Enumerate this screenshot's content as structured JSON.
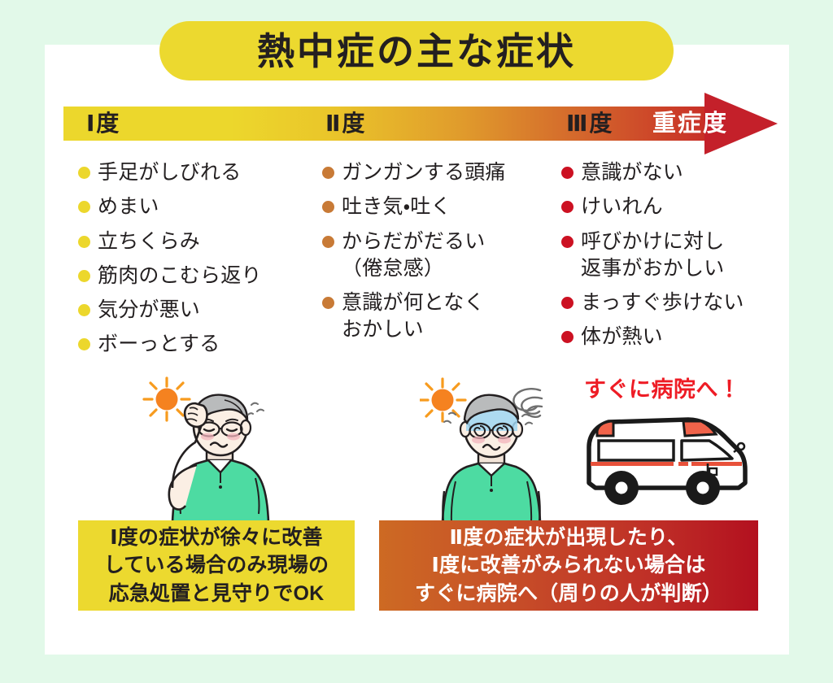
{
  "page": {
    "background_color": "#e2f9e9",
    "card_color": "#ffffff"
  },
  "title": {
    "text": "熱中症の主な症状",
    "pill_color": "#ecd92f"
  },
  "severity_bar": {
    "levels": [
      {
        "label": "Ⅰ度"
      },
      {
        "label": "Ⅱ度"
      },
      {
        "label": "Ⅲ度"
      }
    ],
    "axis_label": "重症度",
    "gradient_start": "#ecd72c",
    "gradient_end": "#c4202a"
  },
  "columns": [
    {
      "level": "Ⅰ度",
      "bullet_color": "#ecd72c",
      "items": [
        "手足がしびれる",
        "めまい",
        "立ちくらみ",
        "筋肉のこむら返り",
        "気分が悪い",
        "ボーっとする"
      ]
    },
    {
      "level": "Ⅱ度",
      "bullet_color": "#c87a36",
      "items": [
        "ガンガンする頭痛",
        "吐き気・吐く",
        "からだがだるい\n（倦怠感）",
        "意識が何となく\nおかしい"
      ]
    },
    {
      "level": "Ⅲ度",
      "bullet_color": "#cc1122",
      "items": [
        "意識がない",
        "けいれん",
        "呼びかけに対し\n返事がおかしい",
        "まっすぐ歩けない",
        "体が熱い"
      ]
    }
  ],
  "hospital_note": {
    "text": "すぐに病院へ！",
    "color": "#ee1c25"
  },
  "illustrations": [
    {
      "name": "elderly-man-wiping-forehead-with-sun",
      "shirt_color": "#4ddba2"
    },
    {
      "name": "elderly-man-dizzy-with-sun",
      "shirt_color": "#4ddba2"
    },
    {
      "name": "ambulance",
      "stripe_color": "#e8513a"
    }
  ],
  "advice": {
    "mild": {
      "text": "Ⅰ度の症状が徐々に改善\nしている場合のみ現場の\n応急処置と見守りでOK",
      "background": "#ecd92f",
      "text_color": "#231f20"
    },
    "severe": {
      "text": "Ⅱ度の症状が出現したり、\nⅠ度に改善がみられない場合は\nすぐに病院へ（周りの人が判断）",
      "background_start": "#cd6a23",
      "background_end": "#b3101f",
      "text_color": "#ffffff"
    }
  }
}
